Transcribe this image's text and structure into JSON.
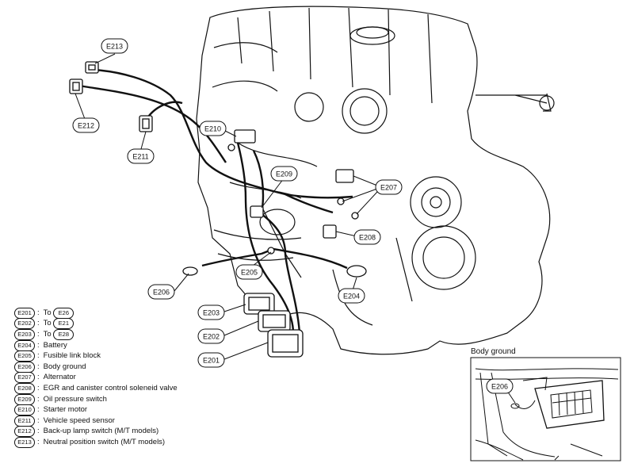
{
  "callouts": {
    "e213": "E213",
    "e212": "E212",
    "e211": "E211",
    "e210": "E210",
    "e209": "E209",
    "e207": "E207",
    "e208": "E208",
    "e205": "E205",
    "e206": "E206",
    "e204": "E204",
    "e203": "E203",
    "e202": "E202",
    "e201": "E201",
    "inset_e206": "E206"
  },
  "inset": {
    "title": "Body ground"
  },
  "legend": [
    {
      "code": "E201",
      "sep": ":",
      "text": "To",
      "ref": "E26"
    },
    {
      "code": "E202",
      "sep": ":",
      "text": "To",
      "ref": "E21"
    },
    {
      "code": "E203",
      "sep": ":",
      "text": "To",
      "ref": "E28"
    },
    {
      "code": "E204",
      "sep": ":",
      "text": "Battery"
    },
    {
      "code": "E205",
      "sep": ":",
      "text": "Fusible link block"
    },
    {
      "code": "E206",
      "sep": ":",
      "text": "Body ground"
    },
    {
      "code": "E207",
      "sep": ":",
      "text": "Alternator"
    },
    {
      "code": "E208",
      "sep": ":",
      "text": "EGR and canister control soleneid valve"
    },
    {
      "code": "E209",
      "sep": ":",
      "text": "Oil pressure switch"
    },
    {
      "code": "E210",
      "sep": ":",
      "text": "Starter motor"
    },
    {
      "code": "E211",
      "sep": ":",
      "text": "Vehicle speed sensor"
    },
    {
      "code": "E212",
      "sep": ":",
      "text": "Back-up lamp switch (M/T models)"
    },
    {
      "code": "E213",
      "sep": ":",
      "text": "Neutral position switch (M/T models)"
    }
  ]
}
